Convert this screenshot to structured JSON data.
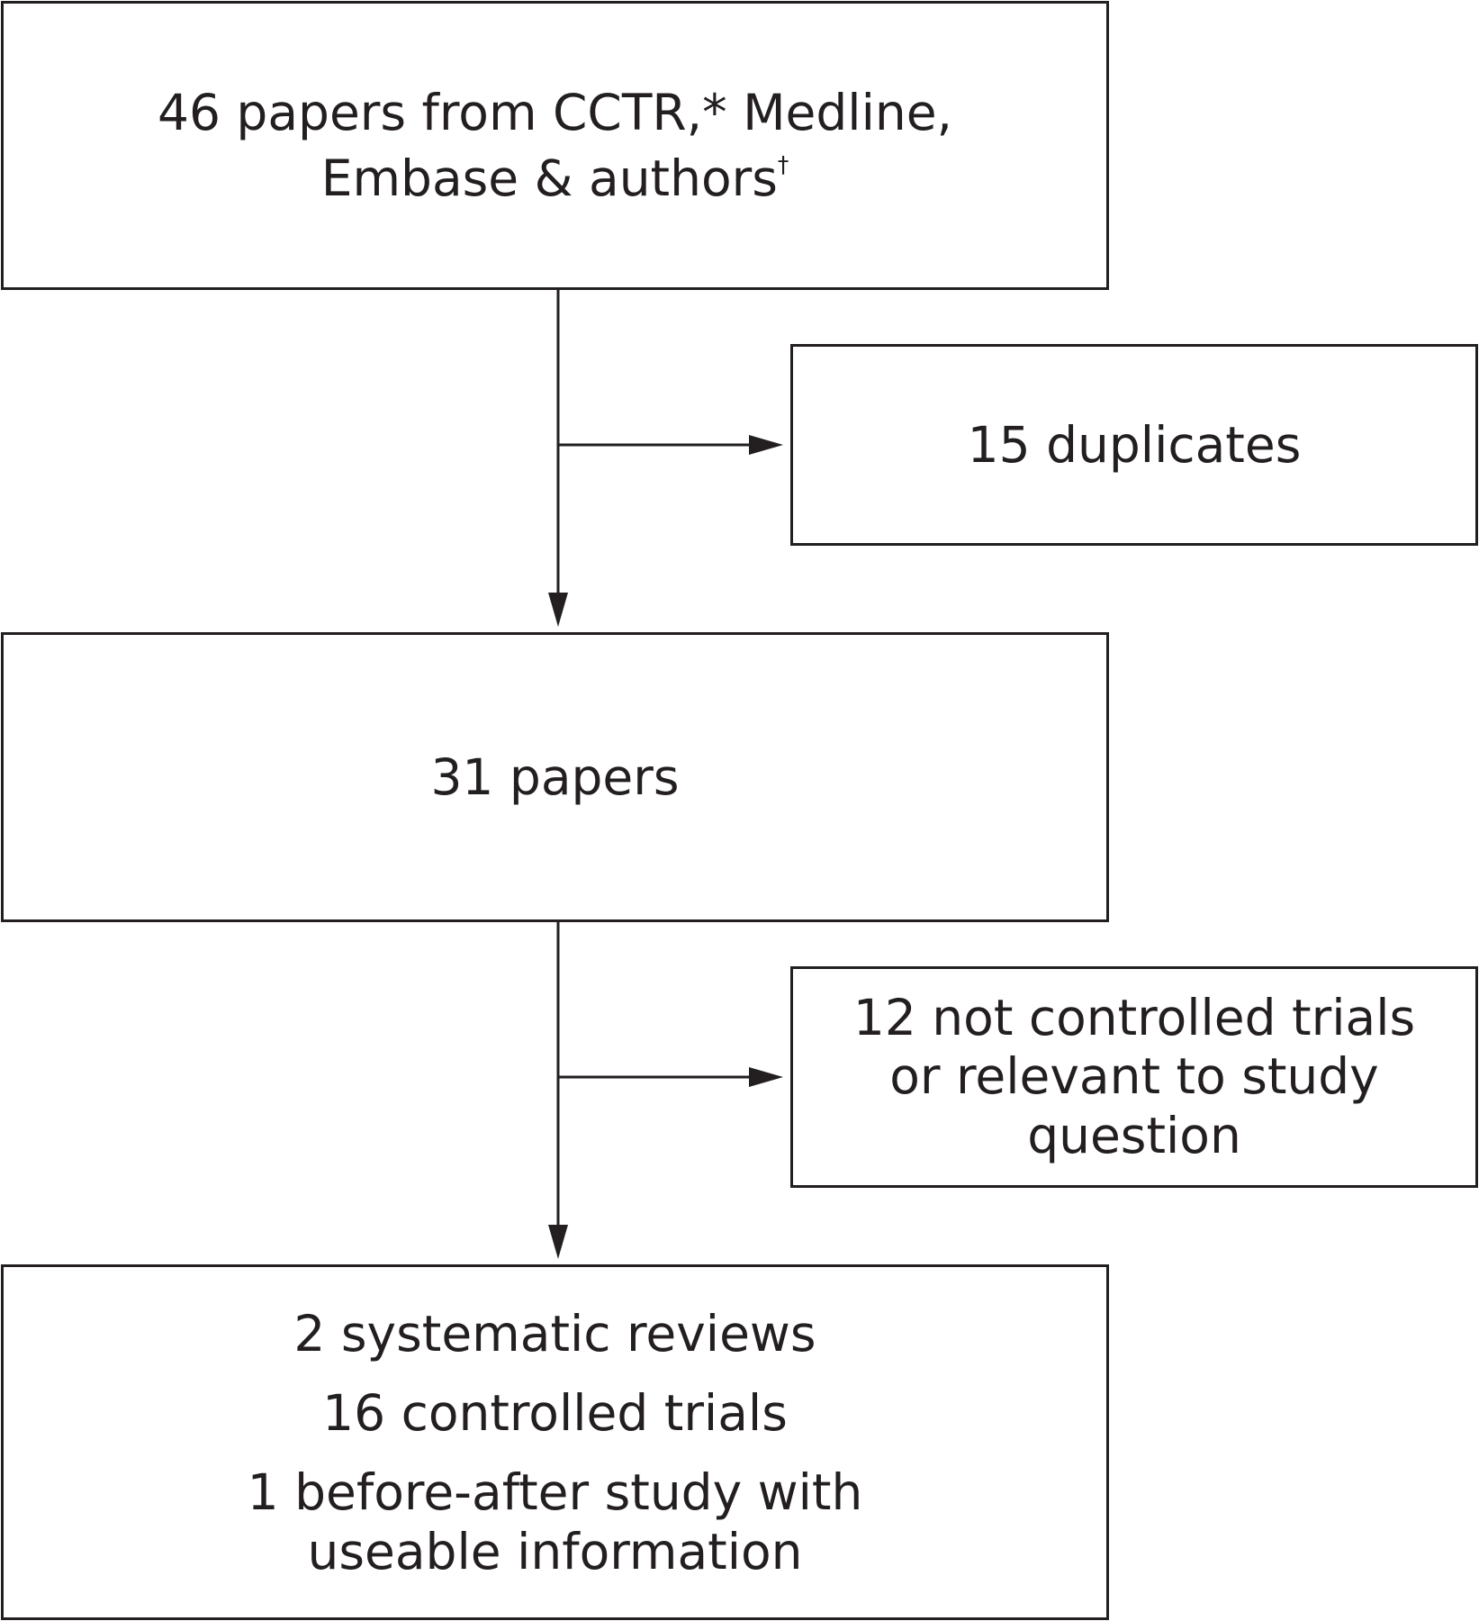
{
  "nodes": {
    "source": {
      "line1": "46 papers from CCTR,* Medline,",
      "line2": "Embase & authors",
      "line2_mark": "†"
    },
    "duplicates": {
      "text": "15 duplicates"
    },
    "papers": {
      "text": "31 papers"
    },
    "excluded": {
      "line1": "12 not controlled trials",
      "line2": "or relevant to study",
      "line3": "question"
    },
    "final": {
      "line1": "2 systematic reviews",
      "line2": "16 controlled trials",
      "line3": "1 before-after study with",
      "line4": "useable information"
    }
  },
  "colors": {
    "stroke": "#231f20",
    "background": "#ffffff"
  }
}
